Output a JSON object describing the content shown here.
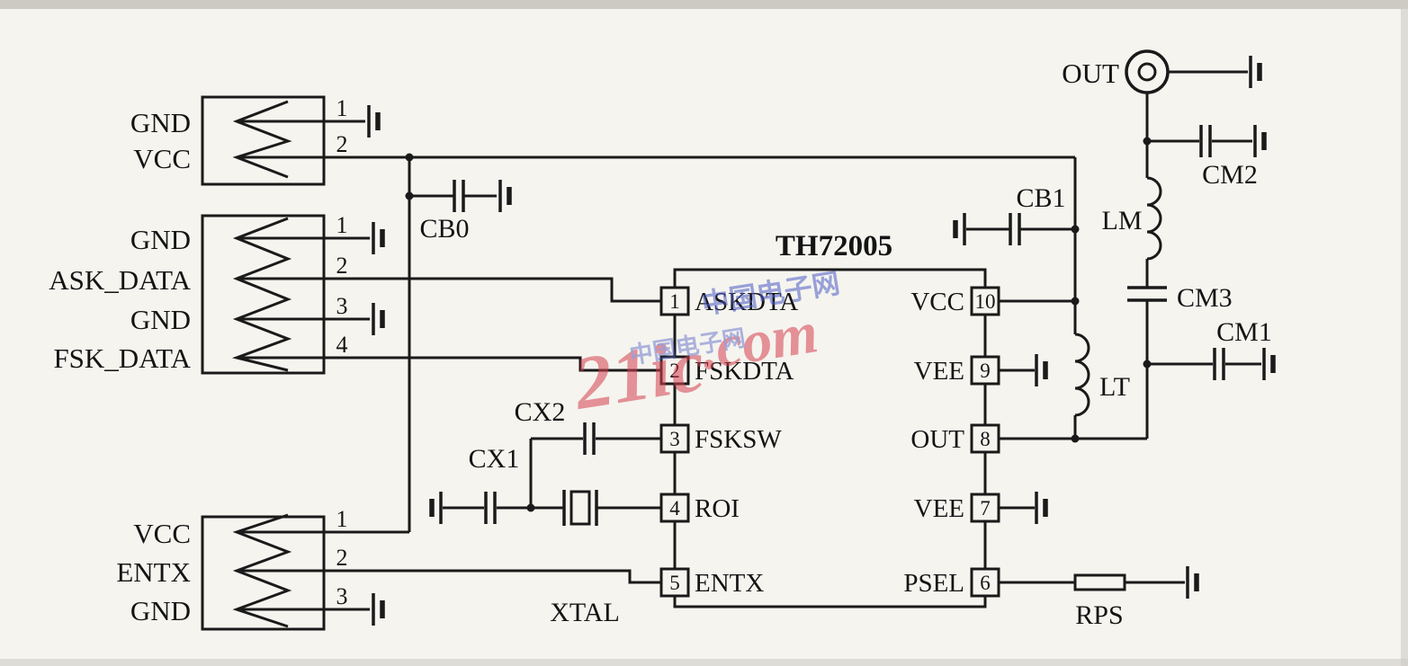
{
  "connectors": {
    "top": {
      "pins": [
        {
          "num": "1",
          "label": "GND"
        },
        {
          "num": "2",
          "label": "VCC"
        }
      ]
    },
    "middle": {
      "pins": [
        {
          "num": "1",
          "label": "GND"
        },
        {
          "num": "2",
          "label": "ASK_DATA"
        },
        {
          "num": "3",
          "label": "GND"
        },
        {
          "num": "4",
          "label": "FSK_DATA"
        }
      ]
    },
    "bottom": {
      "pins": [
        {
          "num": "1",
          "label": "VCC"
        },
        {
          "num": "2",
          "label": "ENTX"
        },
        {
          "num": "3",
          "label": "GND"
        }
      ]
    }
  },
  "ic": {
    "title": "TH72005",
    "left_pins": [
      {
        "num": "1",
        "name": "ASKDTA"
      },
      {
        "num": "2",
        "name": "FSKDTA"
      },
      {
        "num": "3",
        "name": "FSKSW"
      },
      {
        "num": "4",
        "name": "ROI"
      },
      {
        "num": "5",
        "name": "ENTX"
      }
    ],
    "right_pins": [
      {
        "num": "10",
        "name": "VCC"
      },
      {
        "num": "9",
        "name": "VEE"
      },
      {
        "num": "8",
        "name": "OUT"
      },
      {
        "num": "7",
        "name": "VEE"
      },
      {
        "num": "6",
        "name": "PSEL"
      }
    ]
  },
  "components": {
    "cb0": "CB0",
    "cb1": "CB1",
    "cx1": "CX1",
    "cx2": "CX2",
    "xtal": "XTAL",
    "lm": "LM",
    "lt": "LT",
    "cm1": "CM1",
    "cm2": "CM2",
    "cm3": "CM3",
    "rps": "RPS",
    "out_terminal": "OUT"
  },
  "watermark": {
    "main": "21ic",
    "suffix": ".com",
    "cn": "中国电子网"
  },
  "colors": {
    "watermark_red": "#d6404e",
    "watermark_blue": "#4d5cc4",
    "ink": "#1a1a1a",
    "paper": "#f5f4ef"
  }
}
